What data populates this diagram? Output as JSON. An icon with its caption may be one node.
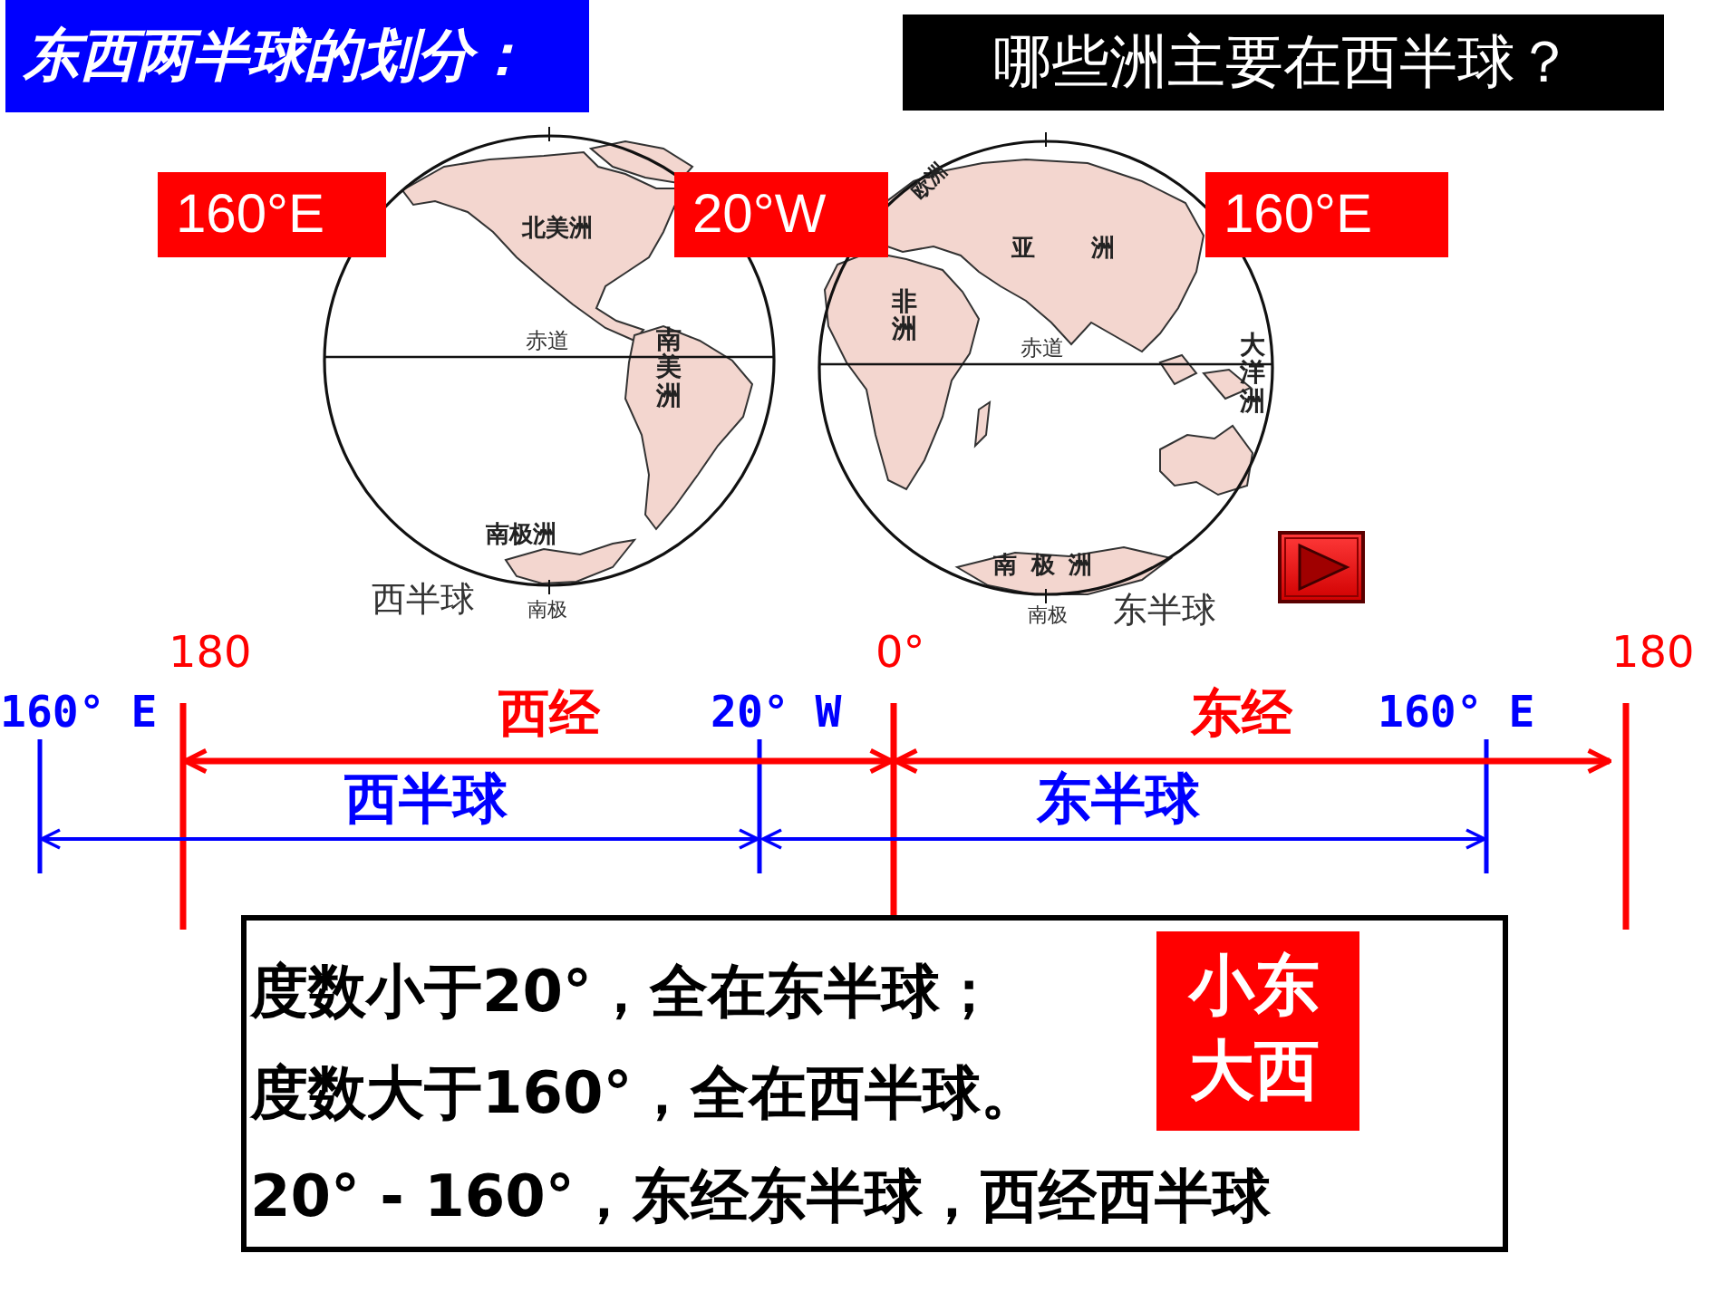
{
  "diagram": {
    "title": "东西两半球的划分：",
    "nodes": [
      {
        "text": [
          "哪些洲主要在西半球？"
        ]
      },
      {
        "text": [
          "160°E"
        ]
      },
      {
        "text": [
          "20°W"
        ]
      },
      {
        "text": [
          "160°E"
        ]
      },
      {
        "text": [
          "度数小于20°，全在东半球；",
          "度数大于160°，全在西半球。",
          "20° - 160°，东经东半球，西经西半球"
        ]
      },
      {
        "text": [
          "小东大西"
        ],
        "in": 4
      }
    ],
    "labels": [
      "北美洲",
      "赤道",
      "南美洲",
      "南极洲",
      "西半球",
      "南极",
      "欧洲",
      "亚洲",
      "非洲",
      "赤道",
      "大洋洲",
      "南极洲",
      "南极",
      "东半球",
      "180",
      "0°",
      "180",
      "160° E",
      "西经",
      "20° W",
      "东经",
      "160° E",
      "西半球",
      "东半球"
    ]
  }
}
